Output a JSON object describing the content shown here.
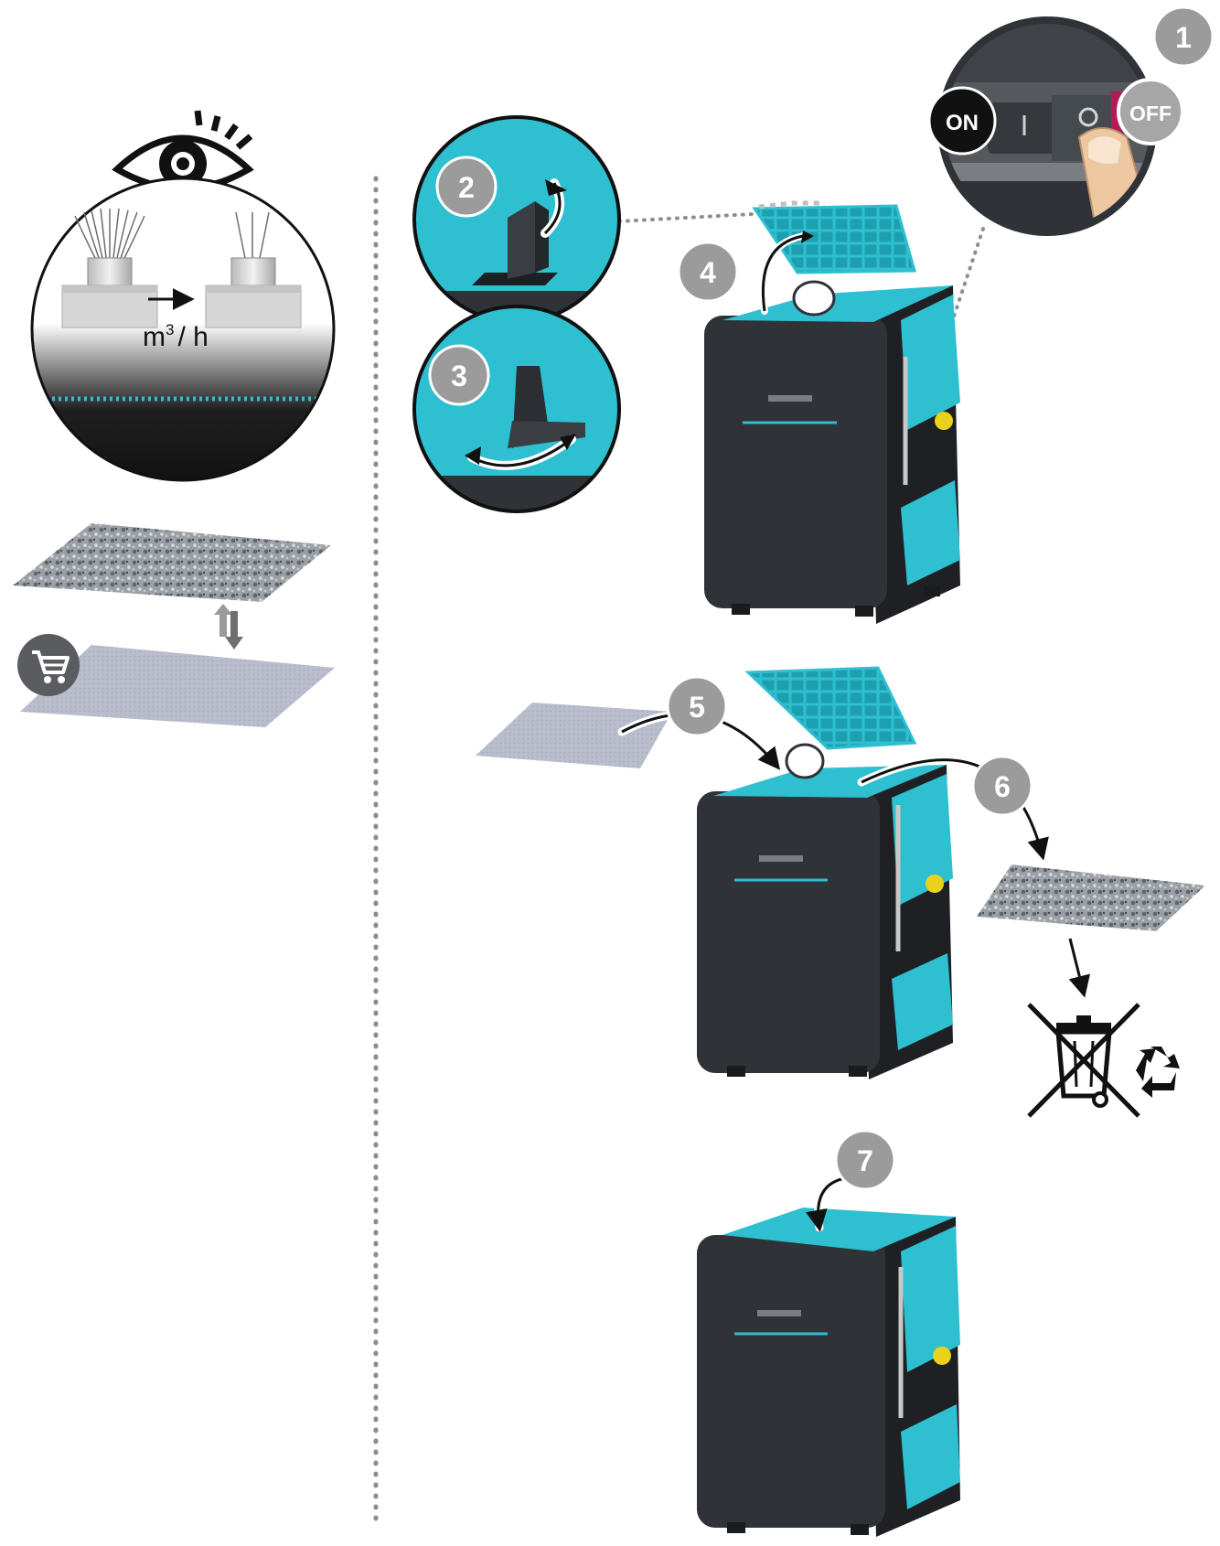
{
  "switch": {
    "on_label": "ON",
    "off_label": "OFF",
    "on_symbol": "I",
    "off_symbol": "O"
  },
  "inspect": {
    "unit_base": "m",
    "unit_exp": "3",
    "unit_rest": "/ h"
  },
  "steps": [
    "1",
    "2",
    "3",
    "4",
    "5",
    "6",
    "7"
  ],
  "icons": {
    "eye": "eye-icon",
    "cart": "shopping-cart-icon",
    "swap": "swap-arrows-icon",
    "bin": "crossed-out-wheelie-bin-icon",
    "recycle": "recycle-icon"
  },
  "colors": {
    "turquoise": "#2ebfd0",
    "device_dark": "#2f3237",
    "step_badge": "#9b9b9b",
    "dotted_line": "#8d8d8d",
    "dirty_filter": "#8e949b",
    "clean_filter": "#b8bccb"
  }
}
